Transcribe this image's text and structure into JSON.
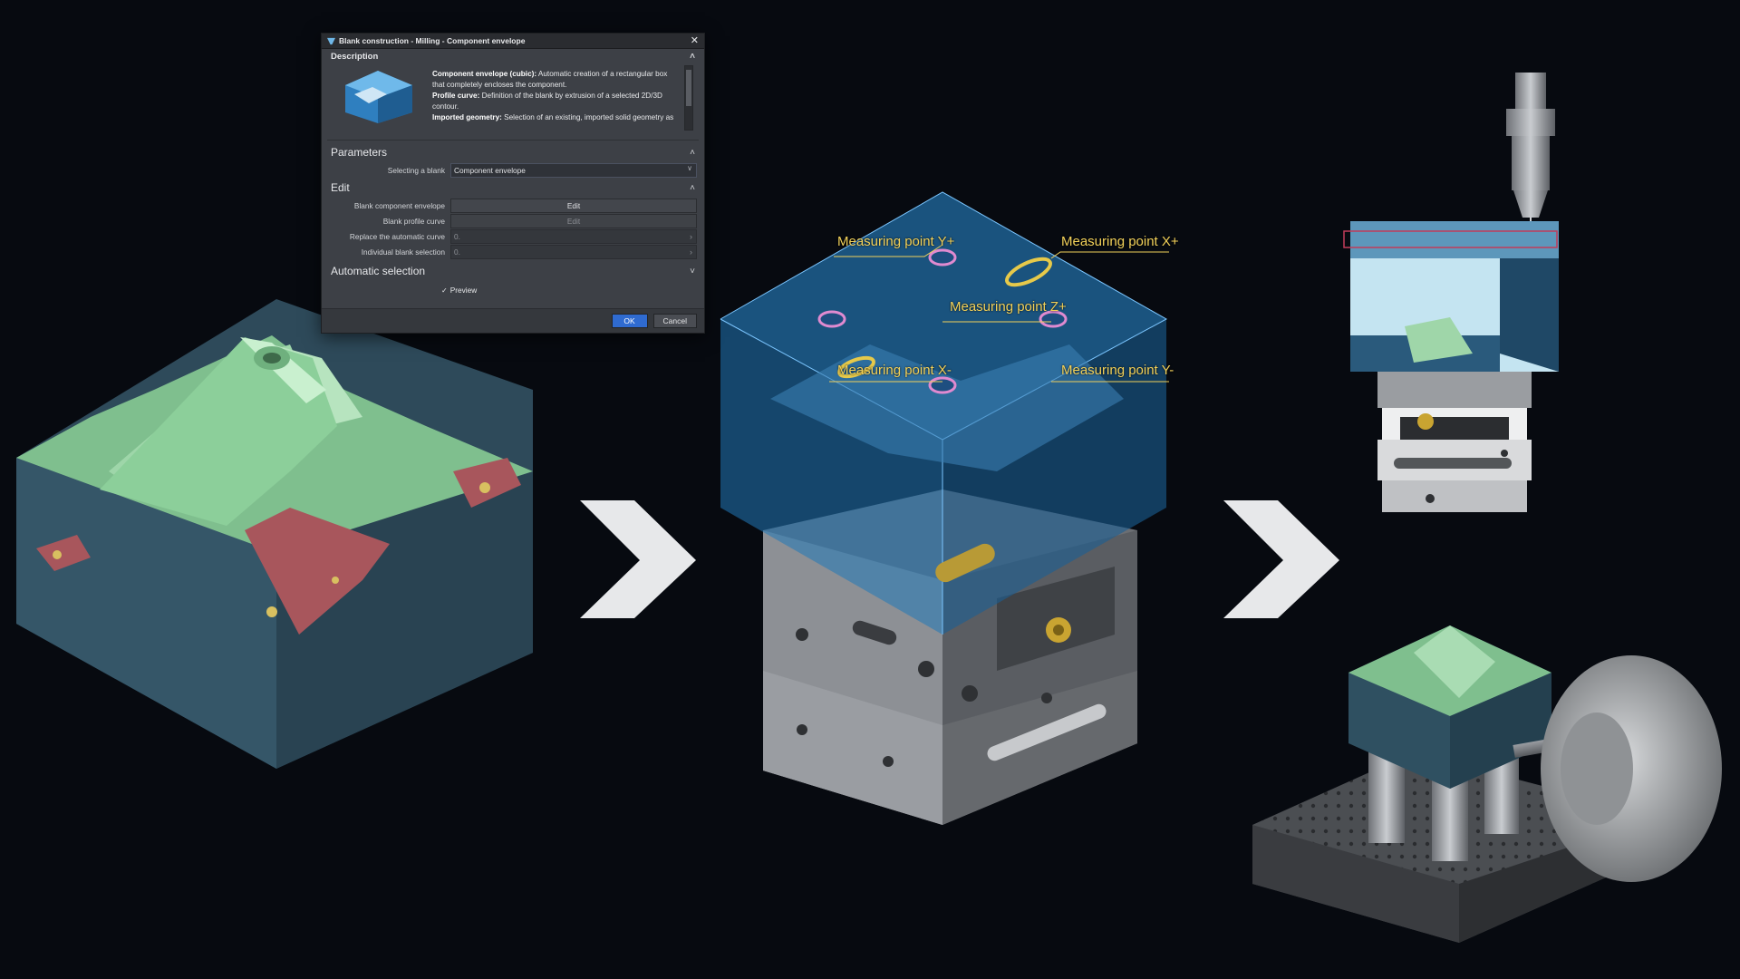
{
  "dialog": {
    "title": "Blank construction - Milling - Component envelope",
    "description": {
      "header": "Description",
      "items": [
        {
          "term": "Component envelope (cubic):",
          "text": "Automatic creation of a rectangular box that completely encloses the component."
        },
        {
          "term": "Profile curve:",
          "text": "Definition of the blank by extrusion of a selected 2D/3D contour."
        },
        {
          "term": "Imported geometry:",
          "text": "Selection of an existing, imported solid geometry as"
        }
      ]
    },
    "parameters": {
      "header": "Parameters",
      "select_label": "Selecting a blank",
      "select_value": "Component envelope"
    },
    "edit": {
      "header": "Edit",
      "rows": [
        {
          "label": "Blank component envelope",
          "value": "Edit"
        },
        {
          "label": "Blank profile curve",
          "value": "Edit"
        },
        {
          "label": "Replace the automatic curve",
          "value": "0."
        },
        {
          "label": "Individual blank selection",
          "value": "0."
        }
      ]
    },
    "automatic": {
      "header": "Automatic selection"
    },
    "preview_label": "Preview",
    "ok_label": "OK",
    "cancel_label": "Cancel"
  },
  "measuring_points": {
    "y_plus": "Measuring point Y+",
    "x_plus": "Measuring point X+",
    "z_plus": "Measuring point Z+",
    "x_minus": "Measuring point X-",
    "y_minus": "Measuring point Y-"
  },
  "colors": {
    "background": "#070a10",
    "label_yellow": "#f2d15a",
    "ok_blue": "#2f6bd1"
  }
}
